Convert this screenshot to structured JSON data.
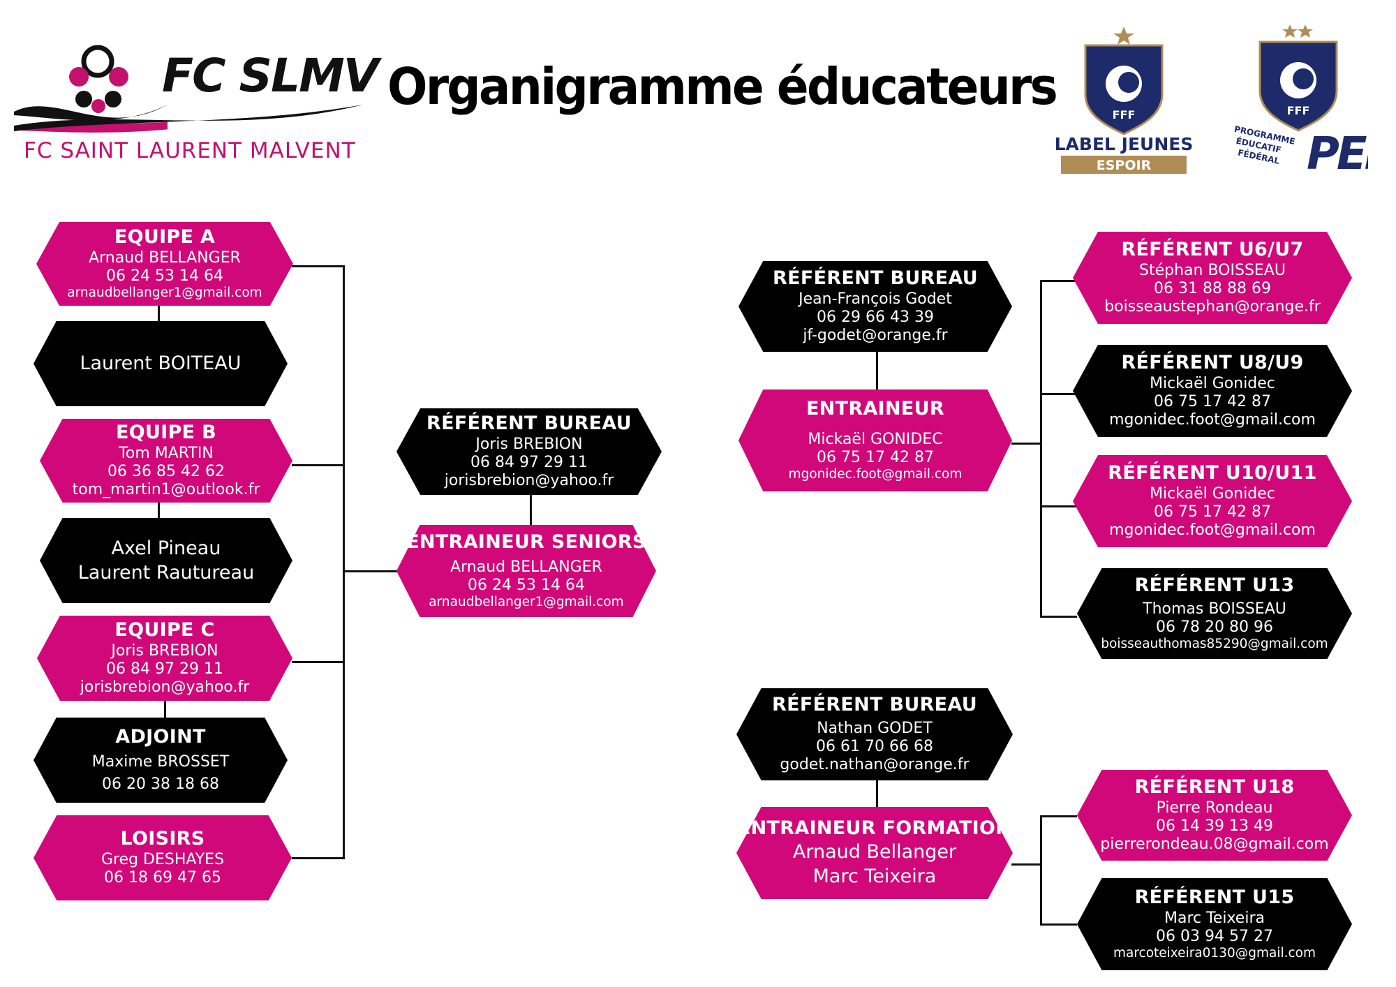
{
  "header": {
    "title": "Organigramme éducateurs",
    "club_brand": "FC SLMV",
    "club_name": "FC SAINT LAURENT MALVENT",
    "fff_label_top": "FFF",
    "label_jeunes": "LABEL JEUNES",
    "label_level": "ESPOIR",
    "pef_fff": "FFF",
    "pef_lines": [
      "PROGRAMME",
      "ÉDUCATIF",
      "FÉDÉRAL"
    ],
    "pef_acronym": "PEF"
  },
  "colors": {
    "pink": "#d1087a",
    "black": "#000000",
    "navy": "#1d2b6b",
    "gold": "#b08d57"
  },
  "seniors": {
    "equipe_a": {
      "title": "EQUIPE A",
      "name": "Arnaud BELLANGER",
      "phone": "06 24 53 14 64",
      "email": "arnaudbellanger1@gmail.com"
    },
    "equipe_a_adjoint": {
      "name": "Laurent BOITEAU"
    },
    "equipe_b": {
      "title": "EQUIPE B",
      "name": "Tom MARTIN",
      "phone": "06 36 85 42 62",
      "email": "tom_martin1@outlook.fr"
    },
    "equipe_b_adjoints": {
      "name1": "Axel Pineau",
      "name2": "Laurent Rautureau"
    },
    "equipe_c": {
      "title": "EQUIPE C",
      "name": "Joris BREBION",
      "phone": "06 84 97 29 11",
      "email": "jorisbrebion@yahoo.fr"
    },
    "adjoint": {
      "title": "ADJOINT",
      "name": "Maxime BROSSET",
      "phone": "06 20 38 18 68"
    },
    "loisirs": {
      "title": "LOISIRS",
      "name": "Greg DESHAYES",
      "phone": "06 18 69 47 65"
    },
    "bureau": {
      "title": "RÉFÉRENT BUREAU",
      "name": "Joris BREBION",
      "phone": "06 84 97 29 11",
      "email": "jorisbrebion@yahoo.fr"
    },
    "entraineur": {
      "title": "ENTRAINEUR SENIORS",
      "name": "Arnaud BELLANGER",
      "phone": "06 24 53 14 64",
      "email": "arnaudbellanger1@gmail.com"
    }
  },
  "ecole": {
    "bureau": {
      "title": "RÉFÉRENT BUREAU",
      "name": "Jean-François Godet",
      "phone": "06 29 66 43 39",
      "email": "jf-godet@orange.fr"
    },
    "entraineur": {
      "title": "ENTRAINEUR",
      "name": "Mickaël GONIDEC",
      "phone": "06 75 17 42 87",
      "email": "mgonidec.foot@gmail.com"
    },
    "u6u7": {
      "title": "RÉFÉRENT U6/U7",
      "name": "Stéphan BOISSEAU",
      "phone": "06 31 88 88 69",
      "email": "boisseaustephan@orange.fr"
    },
    "u8u9": {
      "title": "RÉFÉRENT U8/U9",
      "name": "Mickaël Gonidec",
      "phone": "06 75 17 42 87",
      "email": "mgonidec.foot@gmail.com"
    },
    "u10u11": {
      "title": "RÉFÉRENT U10/U11",
      "name": "Mickaël Gonidec",
      "phone": "06 75 17 42 87",
      "email": "mgonidec.foot@gmail.com"
    },
    "u13": {
      "title": "RÉFÉRENT U13",
      "name": "Thomas BOISSEAU",
      "phone": "06 78 20 80 96",
      "email": "boisseauthomas85290@gmail.com"
    }
  },
  "formation": {
    "bureau": {
      "title": "RÉFÉRENT BUREAU",
      "name": "Nathan GODET",
      "phone": "06 61 70 66 68",
      "email": "godet.nathan@orange.fr"
    },
    "entraineur": {
      "title": "ENTRAINEUR FORMATION",
      "name1": "Arnaud Bellanger",
      "name2": "Marc Teixeira"
    },
    "u18": {
      "title": "RÉFÉRENT U18",
      "name": "Pierre Rondeau",
      "phone": "06 14 39 13 49",
      "email": "pierrerondeau.08@gmail.com"
    },
    "u15": {
      "title": "RÉFÉRENT U15",
      "name": "Marc Teixeira",
      "phone": "06 03 94 57 27",
      "email": "marcoteixeira0130@gmail.com"
    }
  }
}
